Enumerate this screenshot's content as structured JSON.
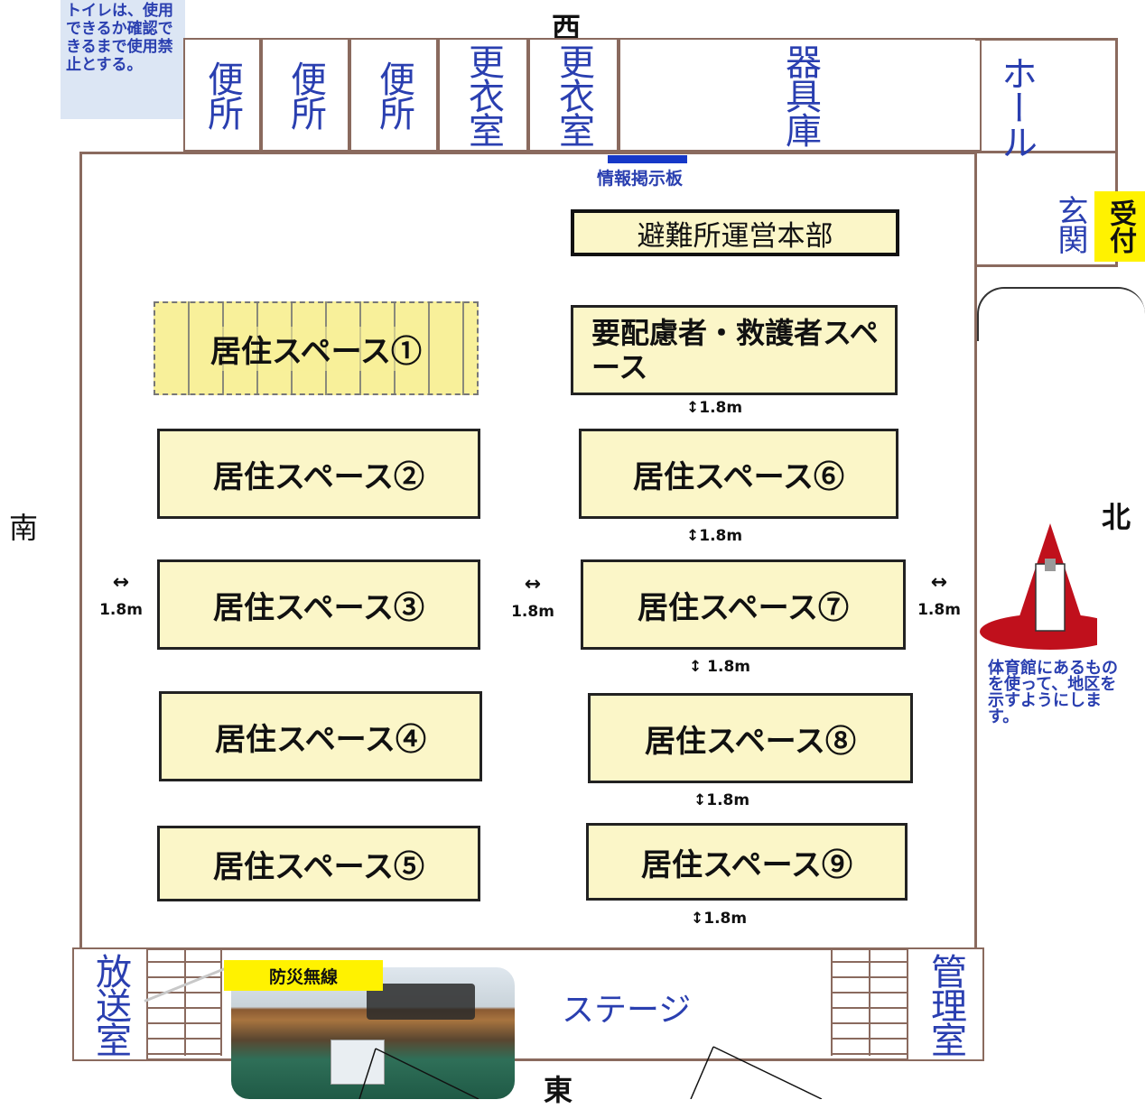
{
  "directions": {
    "west": "西",
    "east": "東",
    "south": "南",
    "north": "北"
  },
  "notice": "トイレは、使用できるか確認できるまで使用禁止とする。",
  "rooms_top": [
    "便所",
    "便所",
    "便所",
    "更衣室",
    "更衣室",
    "器具庫"
  ],
  "hall": "ホール",
  "entrance": "玄関",
  "reception": "受付",
  "info_board": "情報掲示板",
  "hq": "避難所運営本部",
  "care_space": "要配慮者・救護者スペース",
  "living_spaces": [
    "居住スペース①",
    "居住スペース②",
    "居住スペース③",
    "居住スペース④",
    "居住スペース⑤",
    "居住スペース⑥",
    "居住スペース⑦",
    "居住スペース⑧",
    "居住スペース⑨"
  ],
  "gap_label": "1.8m",
  "district_note": "体育館にあるものを使って、地区を示すようにします。",
  "broadcast_room": "放送室",
  "management_room": "管理室",
  "stage": "ステージ",
  "radio_label": "防災無線",
  "colors": {
    "room_text": "#2a3fb0",
    "space_fill": "#fbf6c8",
    "highlight": "#fff200",
    "cone": "#c0101c"
  }
}
